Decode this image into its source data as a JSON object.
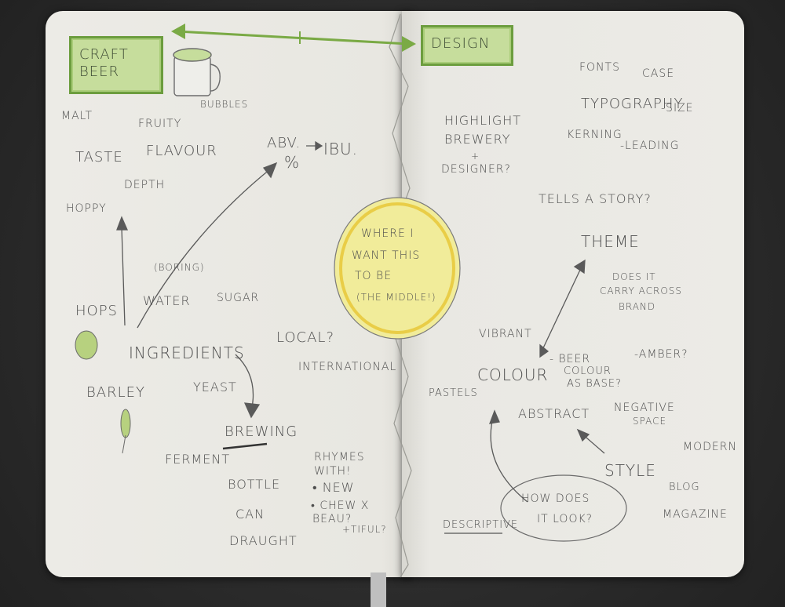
{
  "left_page": {
    "title_box": "CRAFT BEER",
    "malt": "MALT",
    "fruity": "FRUITY",
    "bubbles": "BUBBLES",
    "taste": "TASTE",
    "flavour": "FLAVOUR",
    "depth": "DEPTH",
    "hoppy": "HOPPY",
    "abv": "ABV.",
    "percent": "%",
    "ibu": "IBU.",
    "boring": "(BORING)",
    "hops": "HOPS",
    "water": "WATER",
    "sugar": "SUGAR",
    "ingredients": "INGREDIENTS",
    "local": "LOCAL?",
    "international": "INTERNATIONAL",
    "barley": "BARLEY",
    "yeast": "YEAST",
    "brewing": "BREWING",
    "ferment": "FERMENT",
    "bottle": "BOTTLE",
    "can": "CAN",
    "draught": "DRAUGHT",
    "rhymes_with": "RHYMES WITH!",
    "new": "• NEW",
    "chew": "• CHEW X",
    "beau": "BEAU?",
    "tiful": "+TIFUL?"
  },
  "center_circle": {
    "line1": "WHERE I",
    "line2": "WANT THIS",
    "line3": "TO BE",
    "line4": "(THE MIDDLE!)"
  },
  "right_page": {
    "title_box": "DESIGN",
    "fonts": "FONTS",
    "case": "CASE",
    "typography": "TYPOGRAPHY",
    "size": "-SIZE",
    "kerning": "KERNING",
    "leading": "-LEADING",
    "highlight": "HIGHLIGHT",
    "brewery": "BREWERY",
    "plus": "+",
    "designer": "DESIGNER?",
    "tells_story": "TELLS A STORY?",
    "theme": "THEME",
    "does_it": "DOES IT",
    "carry_across": "CARRY ACROSS",
    "brand": "BRAND",
    "vibrant": "VIBRANT",
    "colour": "COLOUR",
    "beer": "- BEER",
    "colour_small": "COLOUR",
    "as_base": "AS BASE?",
    "amber": "-AMBER?",
    "pastels": "PASTELS",
    "abstract": "ABSTRACT",
    "negative": "NEGATIVE",
    "space": "SPACE",
    "modern": "MODERN",
    "style": "STYLE",
    "blog": "BLOG",
    "magazine": "MAGAZINE",
    "how_does": "HOW DOES",
    "it_look": "IT LOOK?",
    "descriptive": "DESCRIPTIVE"
  }
}
